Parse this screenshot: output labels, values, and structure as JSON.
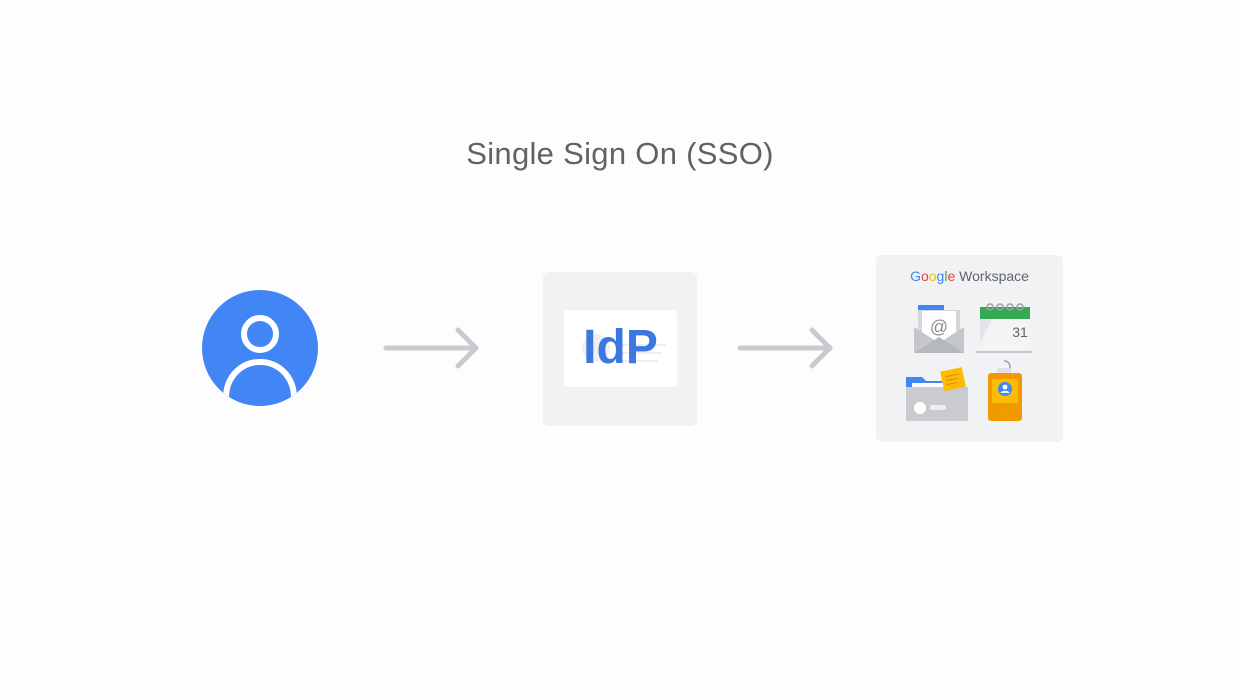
{
  "diagram": {
    "title": "Single Sign On (SSO)",
    "nodes": {
      "user": {
        "icon": "user-avatar-icon",
        "color": "#4285f4"
      },
      "idp": {
        "label": "IdP",
        "color": "#3c78e0"
      },
      "workspace": {
        "brand_google": [
          "G",
          "o",
          "o",
          "g",
          "l",
          "e"
        ],
        "brand_product": "Workspace",
        "apps": [
          {
            "icon": "gmail-envelope-icon",
            "glyph": "@"
          },
          {
            "icon": "calendar-icon",
            "day": "31"
          },
          {
            "icon": "drive-folder-icon"
          },
          {
            "icon": "id-badge-icon"
          }
        ]
      }
    },
    "edges": [
      {
        "from": "user",
        "to": "idp",
        "icon": "arrow-right-icon"
      },
      {
        "from": "idp",
        "to": "workspace",
        "icon": "arrow-right-icon"
      }
    ],
    "colors": {
      "arrow": "#c8cacf",
      "card_bg": "#f1f2f4",
      "title": "#5f6368"
    }
  }
}
